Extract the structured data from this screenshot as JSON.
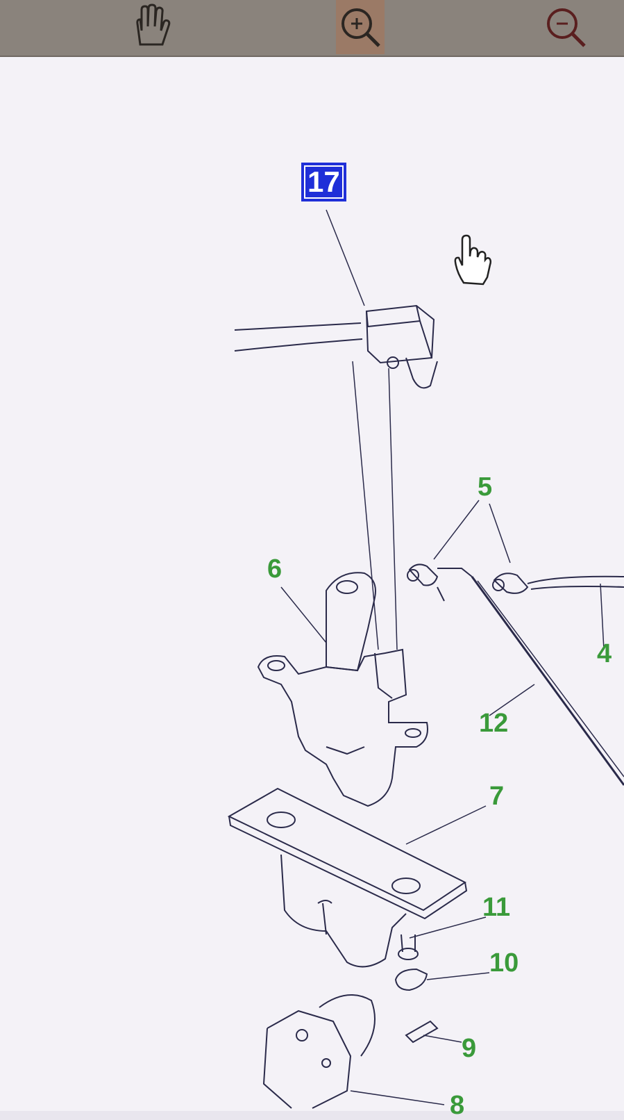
{
  "toolbar": {
    "tools": [
      {
        "name": "pan",
        "icon": "hand-icon",
        "active": false
      },
      {
        "name": "zoom-in",
        "icon": "zoom-in-icon",
        "active": true
      },
      {
        "name": "zoom-out",
        "icon": "zoom-out-icon",
        "active": false
      }
    ]
  },
  "diagram": {
    "selected_part": "17",
    "callouts": {
      "p17": "17",
      "p5": "5",
      "p6": "6",
      "p4": "4",
      "p12": "12",
      "p7": "7",
      "p11": "11",
      "p10": "10",
      "p9": "9",
      "p8": "8"
    }
  },
  "colors": {
    "callout_green": "#3a9a3a",
    "selected_blue": "#1f2fd8",
    "line_ink": "#2a2a4a"
  }
}
